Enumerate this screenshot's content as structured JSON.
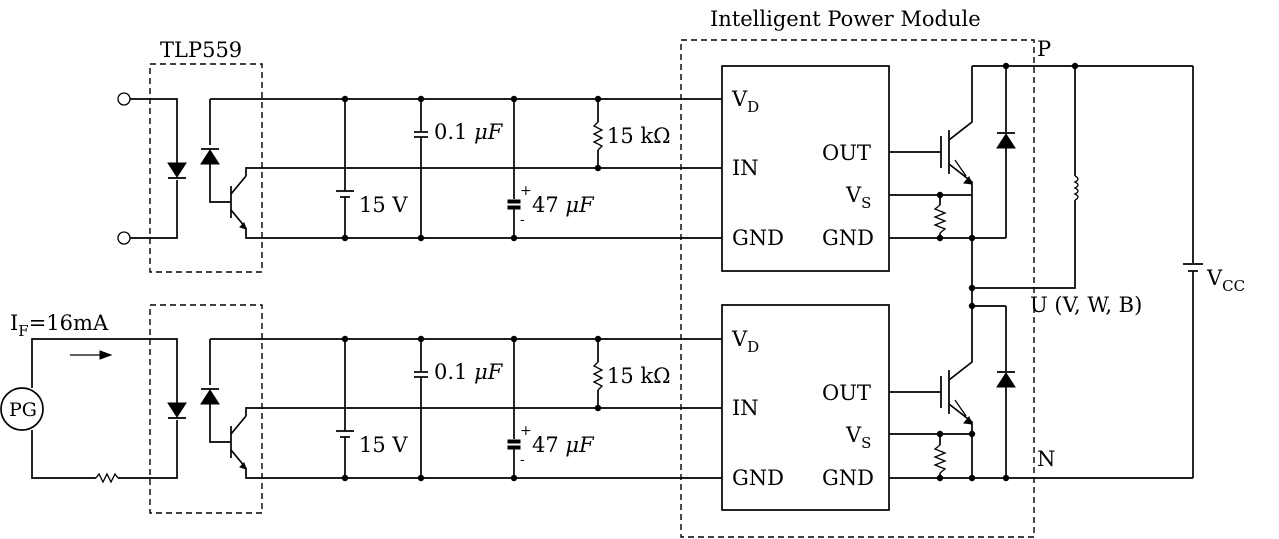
{
  "module_title": "Intelligent Power Module",
  "optocoupler_label": "TLP559",
  "input_current": {
    "symbol": "I",
    "subscript": "F",
    "value": "=16mA"
  },
  "pulse_generator": "PG",
  "channels": [
    {
      "capacitor_small": "0.1",
      "capacitor_large": "47",
      "cap_unit": "μF",
      "resistor": "15",
      "resistor_unit": "kΩ",
      "supply": "15 V",
      "cap_polarity_plus": "+",
      "cap_polarity_minus": "-"
    },
    {
      "capacitor_small": "0.1",
      "capacitor_large": "47",
      "cap_unit": "μF",
      "resistor": "15",
      "resistor_unit": "kΩ",
      "supply": "15 V",
      "cap_polarity_plus": "+",
      "cap_polarity_minus": "-"
    }
  ],
  "module_pins": {
    "vd": {
      "main": "V",
      "sub": "D"
    },
    "in": "IN",
    "gnd": "GND",
    "out": "OUT",
    "vs": {
      "main": "V",
      "sub": "S"
    },
    "gnd_out": "GND"
  },
  "nodes": {
    "p": "P",
    "u": "U (V, W, B)",
    "n": "N"
  },
  "vcc": {
    "main": "V",
    "sub": "CC"
  }
}
